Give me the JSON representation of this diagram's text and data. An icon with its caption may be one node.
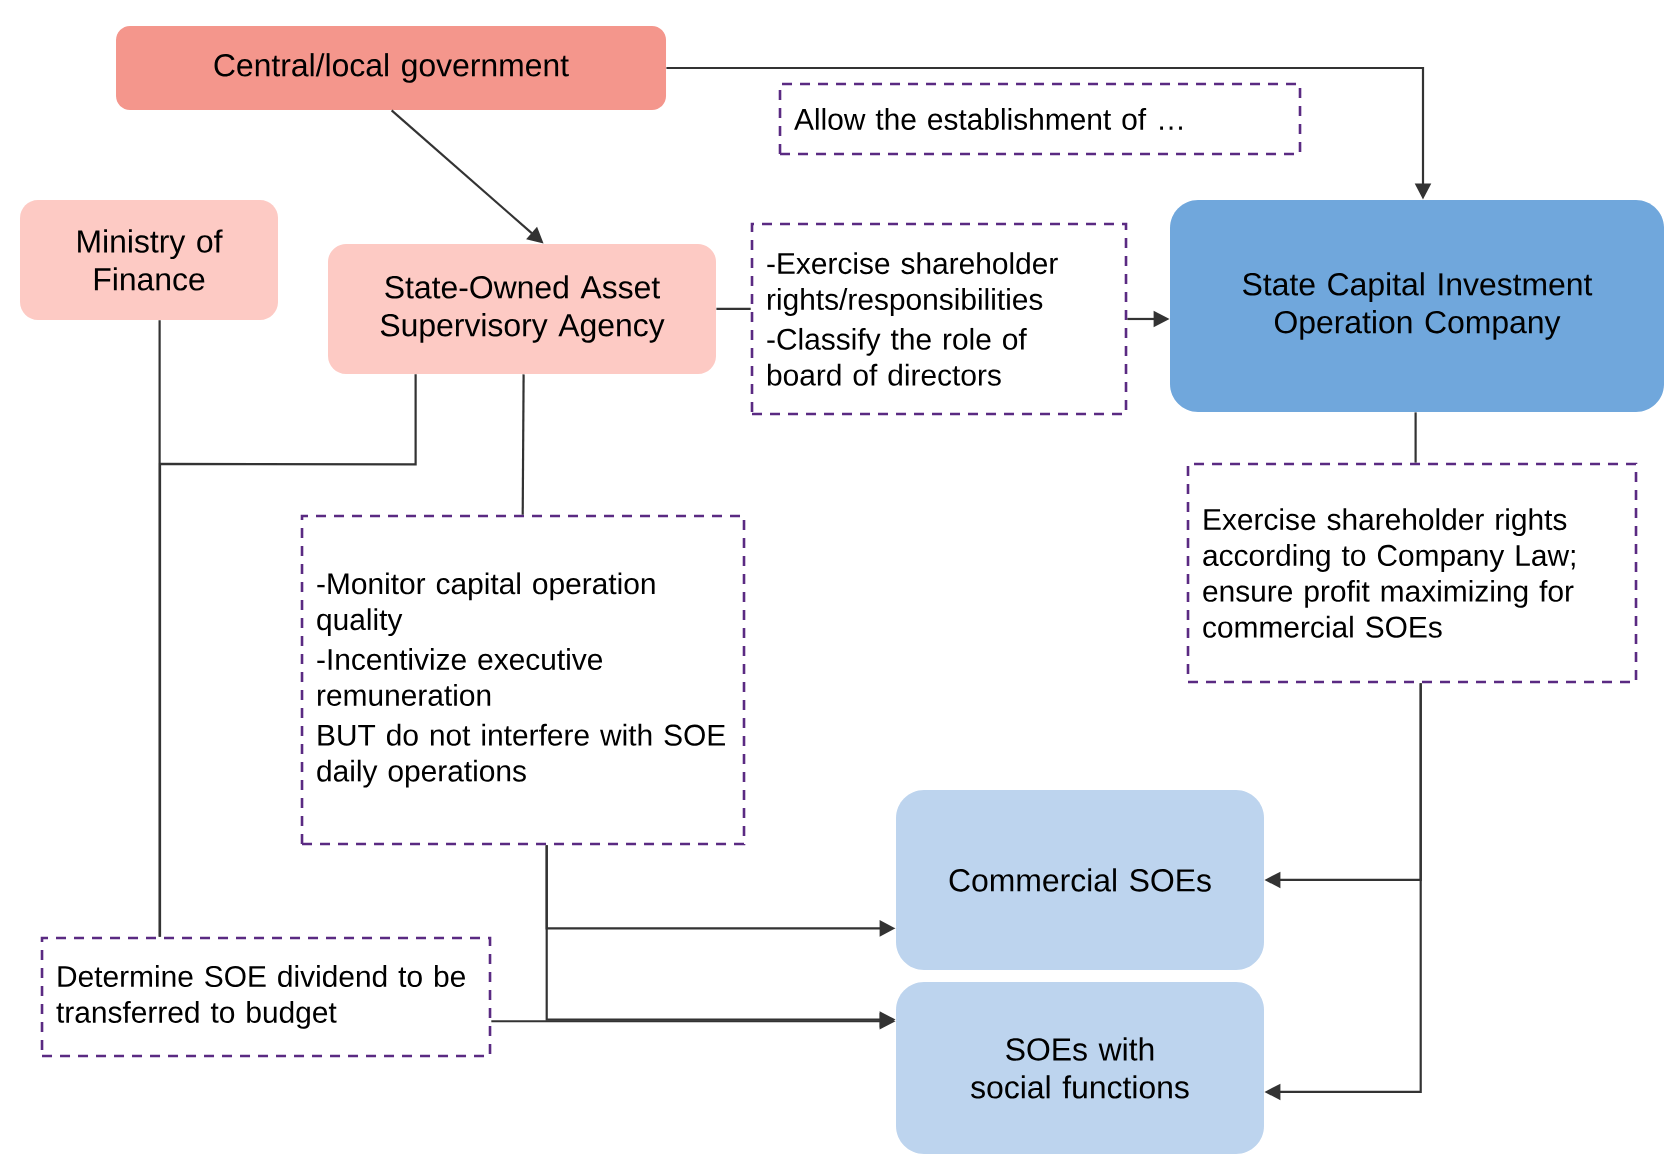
{
  "diagram": {
    "nodes": [
      {
        "text": [
          "Central/local government"
        ]
      },
      {
        "text": [
          "Allow the establishment of …"
        ]
      },
      {
        "text": [
          "Ministry of Finance"
        ]
      },
      {
        "text": [
          "State-Owned Asset Supervisory Agency"
        ]
      },
      {
        "text": [
          "-Exercise shareholder rights/responsibilities",
          "-Classify the role of board of directors"
        ]
      },
      {
        "text": [
          "State Capital Investment Operation Company"
        ]
      },
      {
        "text": [
          "-Monitor capital operation quality",
          "-Incentivize executive remuneration",
          "BUT do not interfere with SOE daily operations"
        ]
      },
      {
        "text": [
          "Exercise shareholder rights according to Company Law; ensure profit maximizing for commercial SOEs"
        ]
      },
      {
        "text": [
          "Determine SOE dividend to be transferred to budget"
        ]
      },
      {
        "text": [
          "Commercial SOEs"
        ]
      },
      {
        "text": [
          "SOEs with social functions"
        ]
      }
    ],
    "edges": [
      {
        "from": 0,
        "to": 3,
        "arrow": "to"
      },
      {
        "from": 0,
        "to": 5,
        "arrow": "to"
      },
      {
        "from": 3,
        "to": 4,
        "arrow": "none"
      },
      {
        "from": 4,
        "to": 5,
        "arrow": "to"
      },
      {
        "from": 5,
        "to": 7,
        "arrow": "none"
      },
      {
        "from": 7,
        "to": 9,
        "arrow": "to"
      },
      {
        "from": 7,
        "to": 10,
        "arrow": "to"
      },
      {
        "from": 3,
        "to": 6,
        "arrow": "none"
      },
      {
        "from": 6,
        "to": 9,
        "arrow": "to"
      },
      {
        "from": 6,
        "to": 10,
        "arrow": "to"
      },
      {
        "from": 8,
        "to": 10,
        "arrow": "to"
      },
      {
        "from": 2,
        "to": 8,
        "arrow": "none"
      },
      {
        "from": 3,
        "to": 8,
        "arrow": "none"
      }
    ]
  }
}
